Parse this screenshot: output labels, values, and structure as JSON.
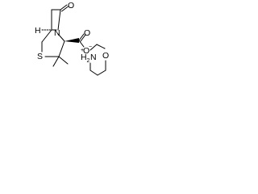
{
  "structure": {
    "atoms": {
      "carbonyl_oxygen": "O",
      "ring_nitrogen": "N",
      "ring_sulfur": "S",
      "bridgehead_hydrogen": "H",
      "carboxylate_oxygen_top": "O",
      "carboxylate_oxygen_bottom": "O",
      "carboxylate_charge": "−",
      "ammonium_nitrogen": "N",
      "ammonium_hydrogen": "H",
      "ammonium_hydrogen_count": "2",
      "ammonium_charge": "+",
      "morpholine_oxygen": "O"
    },
    "colors": {
      "ink": "#000000",
      "background": "#ffffff"
    }
  }
}
